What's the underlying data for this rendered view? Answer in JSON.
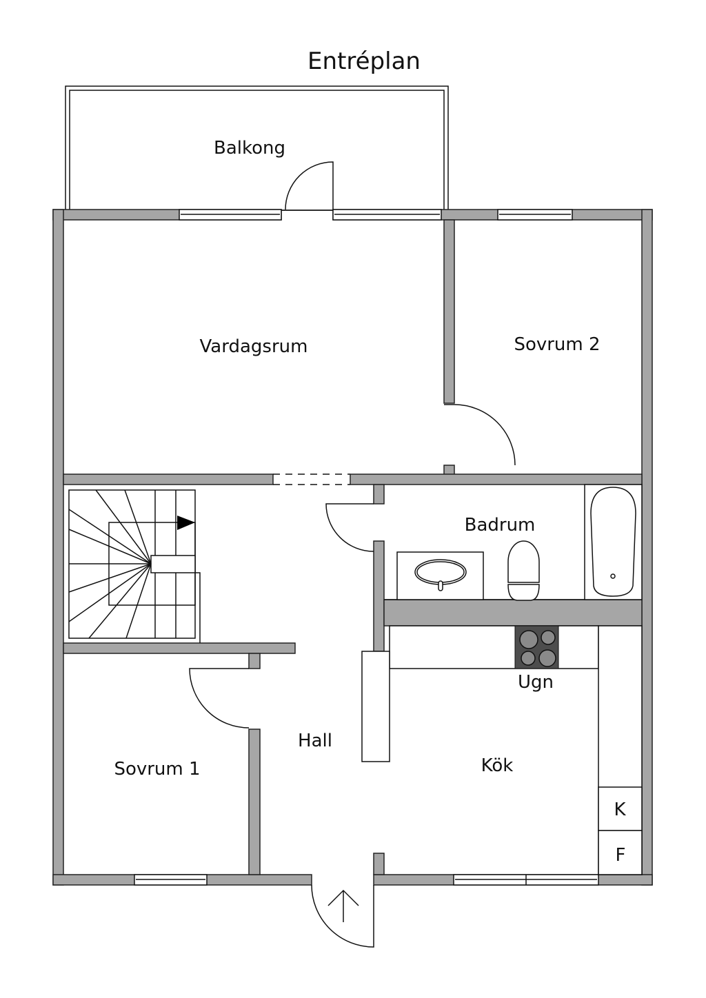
{
  "title": "Entréplan",
  "rooms": {
    "balcony": "Balkong",
    "living_room": "Vardagsrum",
    "bedroom2": "Sovrum 2",
    "bathroom": "Badrum",
    "hall": "Hall",
    "bedroom1": "Sovrum 1",
    "kitchen": "Kök",
    "oven": "Ugn",
    "fridge": "K",
    "freezer": "F"
  },
  "colors": {
    "wall": "#a6a6a6",
    "stove": "#4d4d4d"
  }
}
